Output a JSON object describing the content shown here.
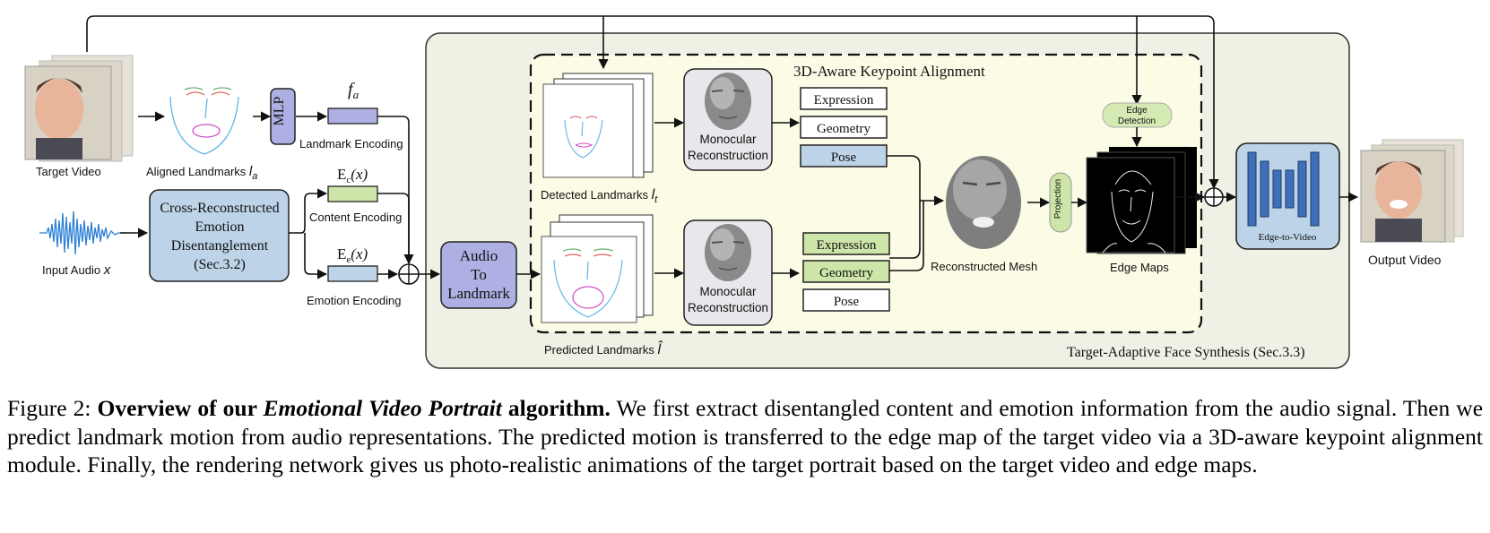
{
  "labels": {
    "target_video": "Target Video",
    "aligned_landmarks": "Aligned Landmarks",
    "aligned_landmarks_sym": "l",
    "aligned_landmarks_sub": "a",
    "mlp": "MLP",
    "fa_sym": "f",
    "fa_sub": "a",
    "landmark_encoding": "Landmark Encoding",
    "cross_recon": [
      "Cross-Reconstructed",
      "Emotion",
      "Disentanglement",
      "(Sec.3.2)"
    ],
    "input_audio": "Input Audio",
    "input_audio_sym": "x",
    "ec_content": "E",
    "ec_sub": "c",
    "ec_arg": "(x)",
    "content_encoding": "Content Encoding",
    "ee_sub": "e",
    "emotion_encoding": "Emotion Encoding",
    "audio_to_landmark": [
      "Audio",
      "To",
      "Landmark"
    ],
    "keypoint_title": "3D-Aware Keypoint Alignment",
    "detected_landmarks": "Detected Landmarks",
    "detected_sym": "l",
    "detected_sub": "t",
    "predicted_landmarks": "Predicted Landmarks",
    "predicted_sym": "l̂",
    "monocular": [
      "Monocular",
      "Reconstruction"
    ],
    "expression": "Expression",
    "geometry": "Geometry",
    "pose": "Pose",
    "reconstructed_mesh": "Reconstructed Mesh",
    "projection": "Projection",
    "edge_detection": [
      "Edge",
      "Detection"
    ],
    "edge_maps": "Edge Maps",
    "edge_to_video": "Edge-to-Video",
    "output_video": "Output Video",
    "synthesis": "Target-Adaptive Face Synthesis (Sec.3.3)"
  },
  "caption": {
    "prefix": "Figure 2: ",
    "bold1": "Overview of our ",
    "bold_italic": "Emotional Video Portrait",
    "bold2": " algorithm.",
    "body": " We first extract disentangled content and emotion information from the audio signal. Then we predict landmark motion from audio representations. The predicted motion is transferred to the edge map of the target video via a 3D-aware keypoint alignment module. Finally, the rendering network gives us photo-realistic animations of the target portrait based on the target video and edge maps."
  },
  "colors": {
    "synthesis_bg": "#eef1e4",
    "keypoint_bg": "#fbfbe6",
    "blue_box": "#bcd3e8",
    "green_box": "#cde5a8",
    "purple_box": "#aeb0e4",
    "gray_box": "#e8e8ec",
    "edge_green": "#d6ebb4",
    "e2v_bar": "#3f6fb8"
  }
}
